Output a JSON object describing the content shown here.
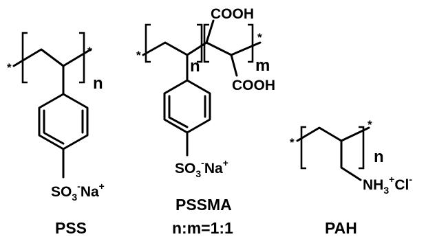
{
  "structures": {
    "pss": {
      "name": "PSS",
      "n": "n",
      "star": "*",
      "sulfonate": {
        "so3": "SO",
        "sub3": "3",
        "minus": "-",
        "na": "Na",
        "plus": "+"
      }
    },
    "pssma": {
      "name": "PSSMA",
      "ratio": "n:m=1:1",
      "n": "n",
      "m": "m",
      "star": "*",
      "cooh_top": "COOH",
      "cooh_bottom": "COOH",
      "sulfonate": {
        "so3": "SO",
        "sub3": "3",
        "minus": "-",
        "na": "Na",
        "plus": "+"
      }
    },
    "pah": {
      "name": "PAH",
      "n": "n",
      "star": "*",
      "amine": {
        "nh": "NH",
        "sub3": "3",
        "plus": "+",
        "cl": "Cl",
        "minus": "-"
      }
    }
  }
}
